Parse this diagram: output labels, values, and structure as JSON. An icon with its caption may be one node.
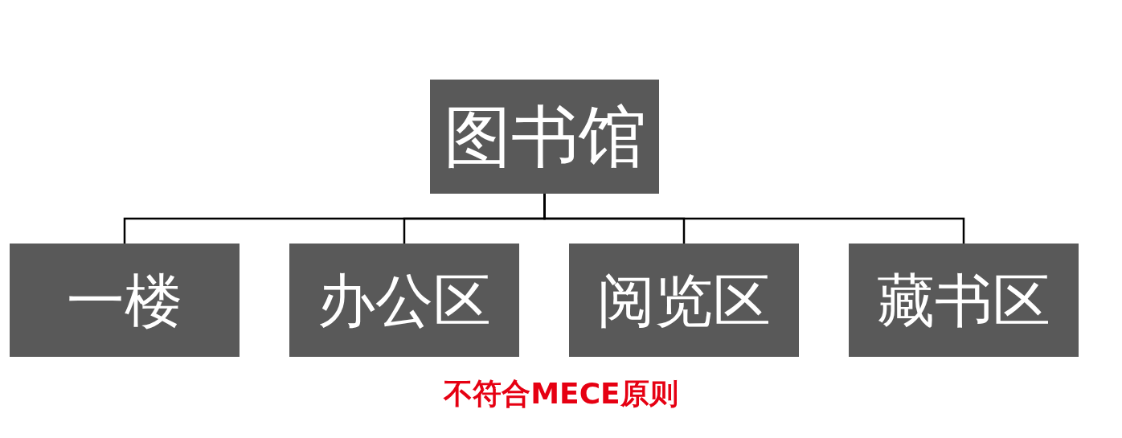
{
  "diagram": {
    "nodes": [
      {
        "text": [
          "图书馆"
        ]
      },
      {
        "text": [
          "一楼"
        ]
      },
      {
        "text": [
          "办公区"
        ]
      },
      {
        "text": [
          "阅览区"
        ]
      },
      {
        "text": [
          "藏书区"
        ]
      }
    ],
    "edges": [
      {
        "from": 0,
        "to": 1,
        "arrow": "none"
      },
      {
        "from": 0,
        "to": 2,
        "arrow": "none"
      },
      {
        "from": 0,
        "to": 3,
        "arrow": "none"
      },
      {
        "from": 0,
        "to": 4,
        "arrow": "none"
      }
    ],
    "labels": [
      "不符合MECE原则"
    ]
  }
}
